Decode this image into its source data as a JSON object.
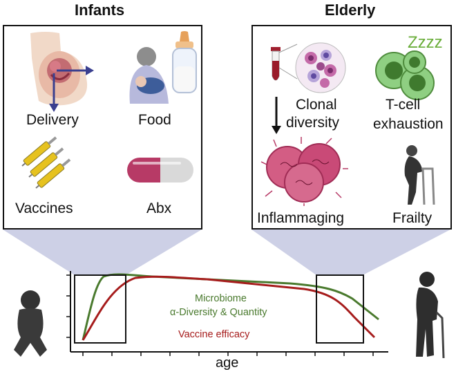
{
  "infants": {
    "title": "Infants",
    "items": [
      "Delivery",
      "Food",
      "Vaccines",
      "Abx"
    ]
  },
  "elderly": {
    "title": "Elderly",
    "zzz": "Zzzz",
    "items": {
      "clonal_line1": "Clonal",
      "clonal_line2": "diversity",
      "tcell_line1": "T-cell",
      "tcell_line2": "exhaustion",
      "inflammaging": "Inflammaging",
      "frailty": "Frailty"
    }
  },
  "chart": {
    "xlabel": "age",
    "legend_microbiome_line1": "Microbiome",
    "legend_microbiome_line2": "α-Diversity & Quantity",
    "legend_vaccine": "Vaccine efficacy",
    "colors": {
      "microbiome": "#4a7a2e",
      "vaccine": "#a61c1c"
    }
  },
  "colors": {
    "zoom": "#cdd0e6",
    "arrow": "#3a3f8f",
    "zzz": "#6aad3a"
  }
}
